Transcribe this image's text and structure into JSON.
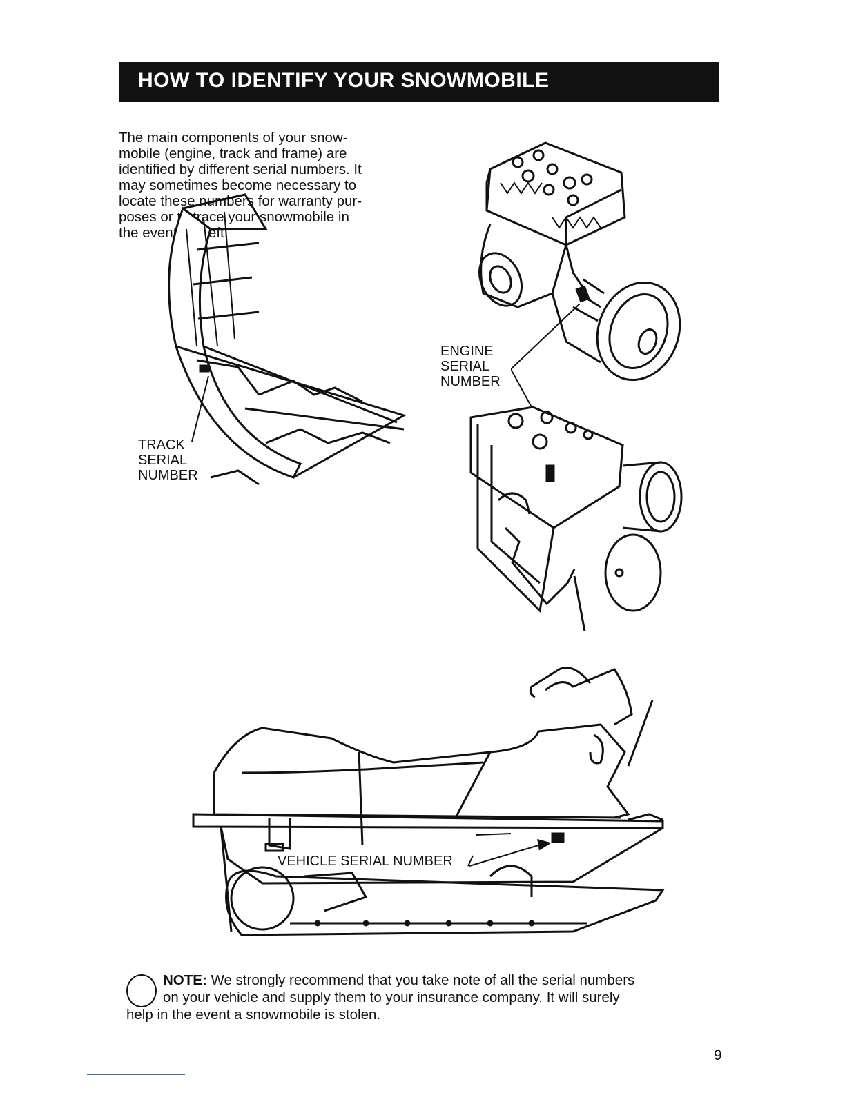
{
  "title": "HOW TO IDENTIFY YOUR SNOWMOBILE",
  "intro_lines": [
    "The main components of your snow-",
    "mobile (engine, track and frame) are",
    "identified by different serial numbers. It",
    "may sometimes become necessary to",
    "locate these numbers for warranty pur-",
    "poses or to trace your snowmobile in",
    "the event of theft."
  ],
  "labels": {
    "engine": [
      "ENGINE",
      "SERIAL",
      "NUMBER"
    ],
    "track": [
      "TRACK",
      "SERIAL",
      "NUMBER"
    ],
    "vehicle": "VEHICLE SERIAL NUMBER"
  },
  "note": {
    "icon": "circle-icon",
    "label": "NOTE:",
    "line1": " We strongly recommend that you take note of all the serial numbers",
    "line2": "on your vehicle and supply them to your insurance company. It will surely",
    "line3": "help in the event a snowmobile is stolen."
  },
  "page_number": "9"
}
